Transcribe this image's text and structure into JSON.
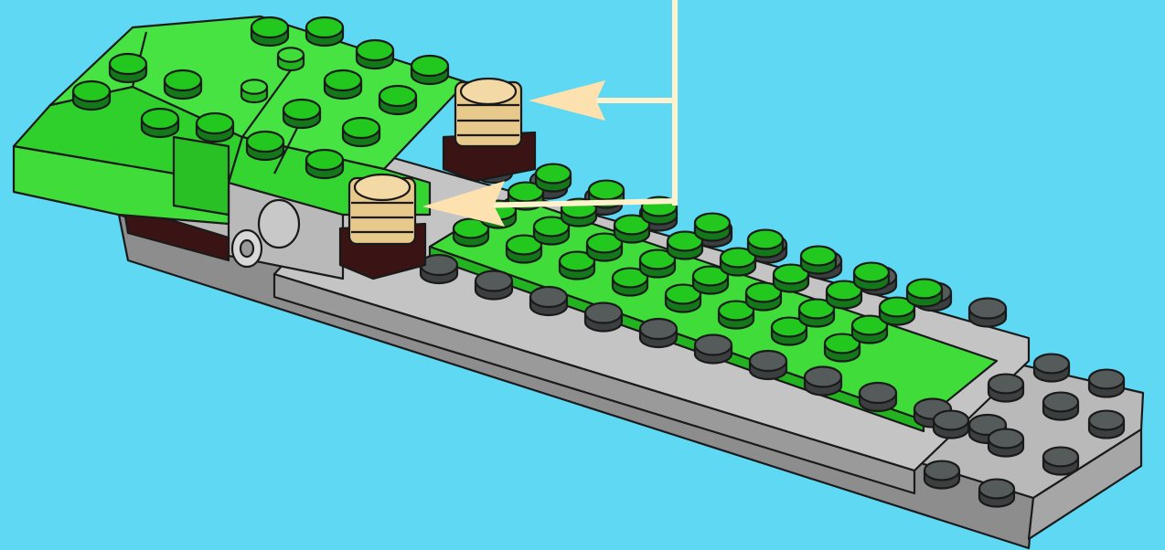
{
  "scene": {
    "description_visible_text": "",
    "colors": {
      "background": "#5fd8f4",
      "brick_green": "#3fdc3a",
      "brick_green_dark": "#24b320",
      "brick_gray": "#b9b9b9",
      "brick_gray_dark": "#8d8d8d",
      "stud_dark": "#555a5a",
      "tan": "#e8c98c",
      "tan_dark": "#b8924f",
      "dark_red": "#3a1414",
      "callout_line": "#fff2cc",
      "callout_arrow": "#fde2b0"
    },
    "parts": {
      "base_plate": "gray-plate",
      "green_plate": "green-plate",
      "nose_block": "green-wedge-block",
      "new_parts": "tan-cylinder-bricks"
    }
  }
}
